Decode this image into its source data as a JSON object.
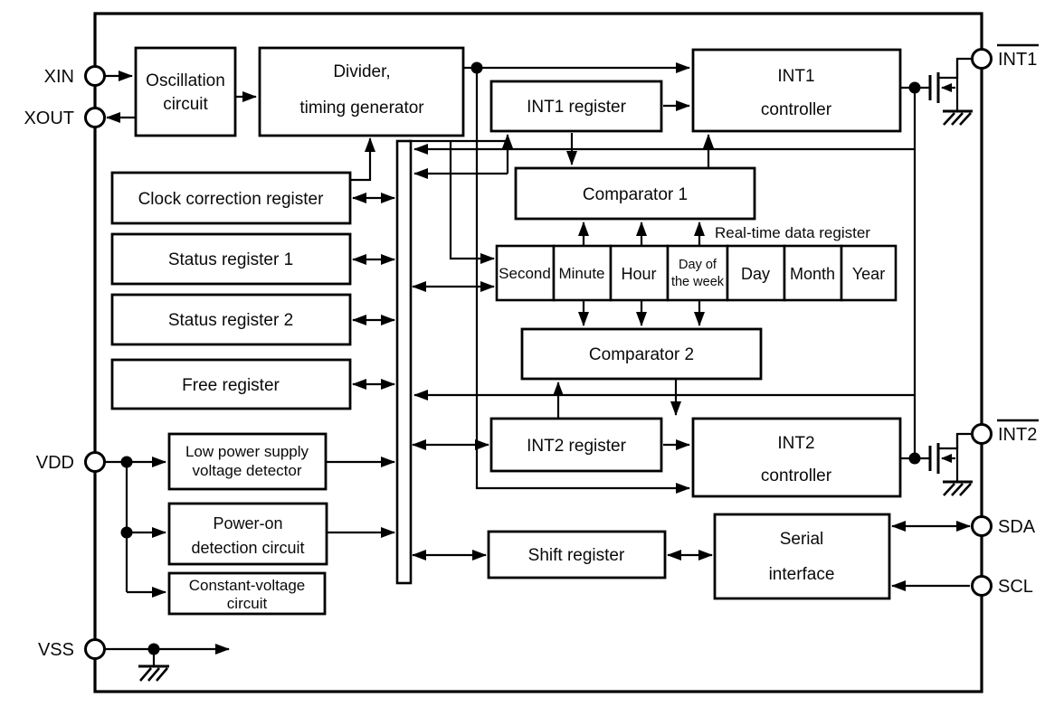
{
  "colors": {
    "pin_label": "#2273cc",
    "ink": "#000000"
  },
  "pins": {
    "xin": {
      "label": "XIN"
    },
    "xout": {
      "label": "XOUT"
    },
    "vdd": {
      "label": "VDD"
    },
    "vss": {
      "label": "VSS"
    },
    "int1": {
      "label": "INT1",
      "active_low": true
    },
    "int2": {
      "label": "INT2",
      "active_low": true
    },
    "sda": {
      "label": "SDA"
    },
    "scl": {
      "label": "SCL"
    }
  },
  "blocks": {
    "oscillation": {
      "line1": "Oscillation",
      "line2": "circuit"
    },
    "divider": {
      "line1": "Divider,",
      "line2": "timing generator"
    },
    "int1_register": {
      "label": "INT1 register"
    },
    "int1_controller": {
      "line1": "INT1",
      "line2": "controller"
    },
    "comparator1": {
      "label": "Comparator 1"
    },
    "comparator2": {
      "label": "Comparator 2"
    },
    "int2_register": {
      "label": "INT2 register"
    },
    "int2_controller": {
      "line1": "INT2",
      "line2": "controller"
    },
    "shift_register": {
      "label": "Shift register"
    },
    "serial_interface": {
      "line1": "Serial",
      "line2": "interface"
    },
    "clock_correction_register": {
      "label": "Clock correction register"
    },
    "status_register1": {
      "label": "Status register 1"
    },
    "status_register2": {
      "label": "Status register 2"
    },
    "free_register": {
      "label": "Free register"
    },
    "low_power_detector": {
      "line1": "Low power supply",
      "line2": "voltage detector"
    },
    "power_on_detection": {
      "line1": "Power-on",
      "line2": "detection circuit"
    },
    "constant_voltage": {
      "line1": "Constant-voltage",
      "line2": "circuit"
    }
  },
  "rtc_register": {
    "label": "Real-time data register",
    "cells": {
      "second": "Second",
      "minute": "Minute",
      "hour": "Hour",
      "dow_line1": "Day of",
      "dow_line2": "the week",
      "day": "Day",
      "month": "Month",
      "year": "Year"
    }
  }
}
